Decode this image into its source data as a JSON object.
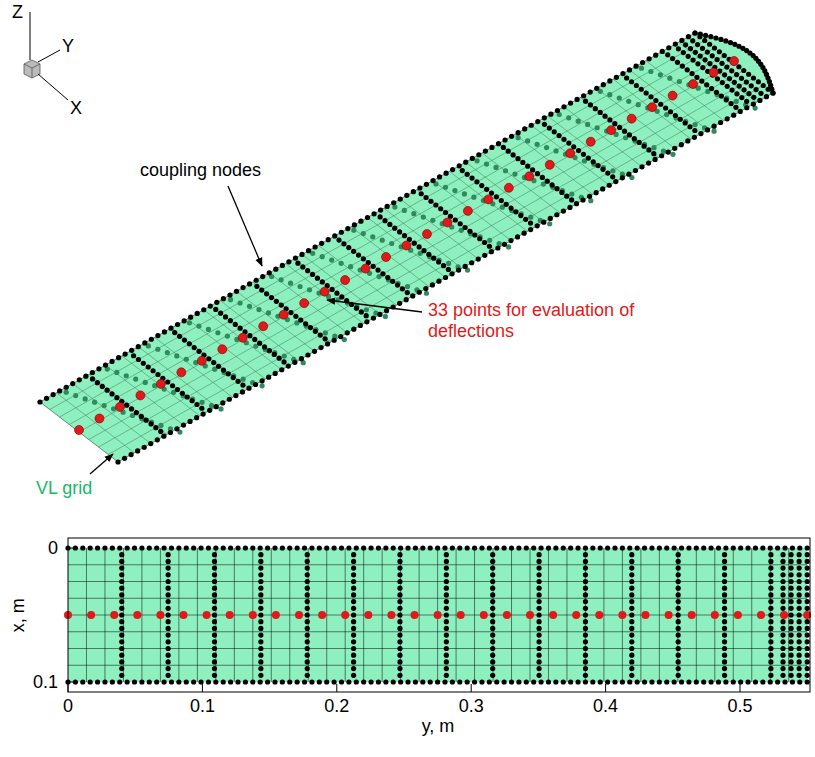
{
  "diagram": {
    "labels": [
      "Z",
      "Y",
      "X",
      "coupling nodes",
      "33 points for evaluation of deflections",
      "VL grid",
      "0",
      "0.1",
      "x, m",
      "0",
      "0.1",
      "0.2",
      "0.3",
      "0.4",
      "0.5",
      "y, m"
    ]
  }
}
